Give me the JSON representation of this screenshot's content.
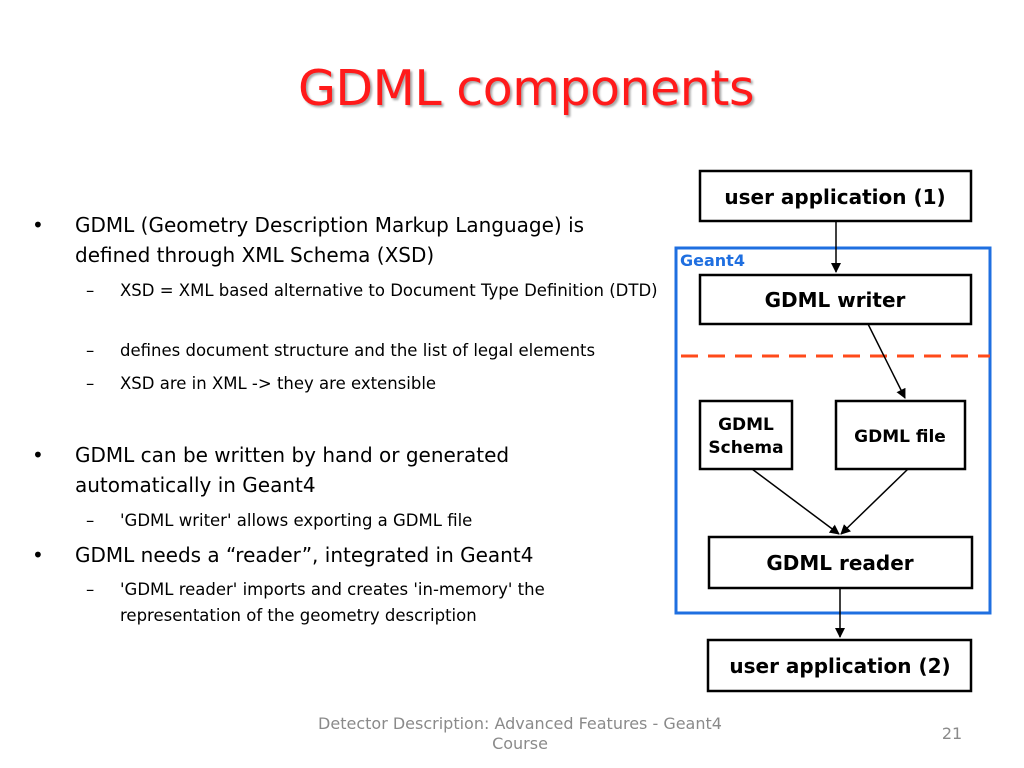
{
  "slide": {
    "title": "GDML components",
    "bullets": [
      {
        "marker": "•",
        "text": "GDML (Geometry Description Markup Language) is defined through XML Schema (XSD)",
        "sub": [
          {
            "marker": "–",
            "text": "XSD = XML based alternative to Document Type Definition (DTD)"
          },
          {
            "marker": "–",
            "text": "defines document structure and the list of legal elements"
          },
          {
            "marker": "–",
            "text": "XSD are in XML -> they are extensible"
          }
        ]
      },
      {
        "marker": "•",
        "text": "GDML can be written by hand or generated automatically in Geant4",
        "sub": [
          {
            "marker": "–",
            "text": "'GDML writer' allows exporting a GDML file"
          }
        ]
      },
      {
        "marker": "•",
        "text": "GDML needs a “reader”, integrated in Geant4",
        "sub": [
          {
            "marker": "–",
            "text": "'GDML reader' imports and creates 'in-memory' the representation of the geometry description"
          }
        ]
      }
    ],
    "footer": "Detector Description: Advanced Features - Geant4 Course",
    "page_number": "21"
  },
  "diagram": {
    "nodes": {
      "user_app_1": "user application (1)",
      "geant4_label": "Geant4",
      "gdml_writer": "GDML writer",
      "gdml_schema_line1": "GDML",
      "gdml_schema_line2": "Schema",
      "gdml_file": "GDML file",
      "gdml_reader": "GDML reader",
      "user_app_2": "user application (2)"
    },
    "colors": {
      "title": "#ff1a1a",
      "geant4_frame": "#1f6fe0",
      "separator": "#ff4a1a",
      "footer": "#8a8a8a"
    }
  }
}
